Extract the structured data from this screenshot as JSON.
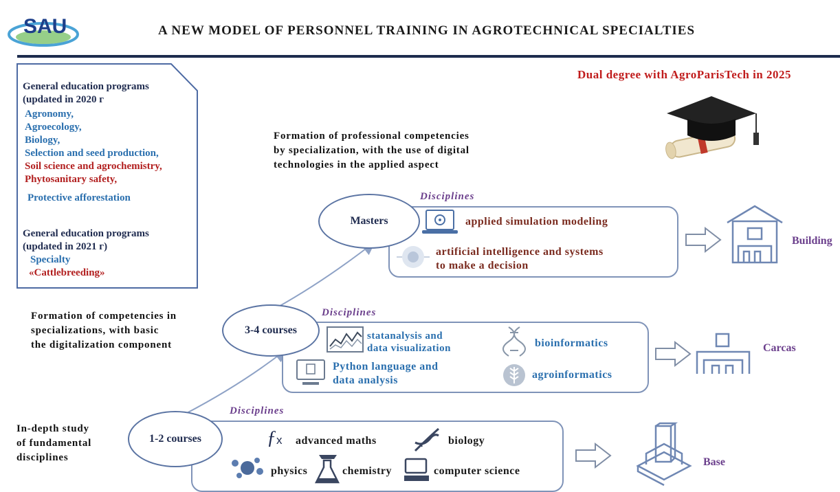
{
  "logo": {
    "text": "SAU"
  },
  "title": "A NEW MODEL OF PERSONNEL TRAINING IN AGROTECHNICAL SPECIALTIES",
  "dual_degree": "Dual degree with AgroParisTech in 2025",
  "programs": {
    "header_2020_line1": "General education programs",
    "header_2020_line2": "(updated in 2020 г",
    "items_2020": [
      {
        "text": "Agronomy,",
        "color": "#2a6fae"
      },
      {
        "text": "Agroecology,",
        "color": "#2a6fae"
      },
      {
        "text": "Biology,",
        "color": "#2a6fae"
      },
      {
        "text": "Selection and seed production,",
        "color": "#2a6fae"
      },
      {
        "text": "Soil science and agrochemistry,",
        "color": "#b21f1f"
      },
      {
        "text": "Phytosanitary safety,",
        "color": "#b21f1f"
      },
      {
        "text": "Protective afforestation",
        "color": "#2a6fae"
      }
    ],
    "header_2021_line1": "General education programs",
    "header_2021_line2": "(updated in 2021 г)",
    "specialty_label": "Specialty",
    "specialty_value": "«Cattlebreeding»"
  },
  "formation_masters": [
    "Formation of  professional competencies",
    "by specialization, with the use of digital",
    "technologies in the applied aspect"
  ],
  "formation_mid": [
    "Formation of competencies in",
    "specializations, with basic",
    "the digitalization component"
  ],
  "formation_base": [
    "In-depth study",
    "of fundamental",
    "disciplines"
  ],
  "disciplines_label": "Disciplines",
  "levels": {
    "masters": {
      "name": "Masters",
      "items": [
        "applied simulation modeling",
        "artificial intelligence and systems",
        "to make a decision"
      ],
      "result": "Building"
    },
    "courses34": {
      "name": "3-4 courses",
      "items": [
        "statanalysis and",
        "data visualization",
        "Python language and",
        "data analysis",
        "bioinformatics",
        "agroinformatics"
      ],
      "result": "Carcas"
    },
    "courses12": {
      "name": "1-2 courses",
      "items": [
        "advanced maths",
        "biology",
        "physics",
        "chemistry",
        "computer science"
      ],
      "result": "Base"
    }
  },
  "colors": {
    "navy": "#1d2c4d",
    "red": "#c01c1c",
    "purple": "#6b3f8c",
    "blue": "#2a6fae",
    "brown": "#7a2b1f"
  }
}
